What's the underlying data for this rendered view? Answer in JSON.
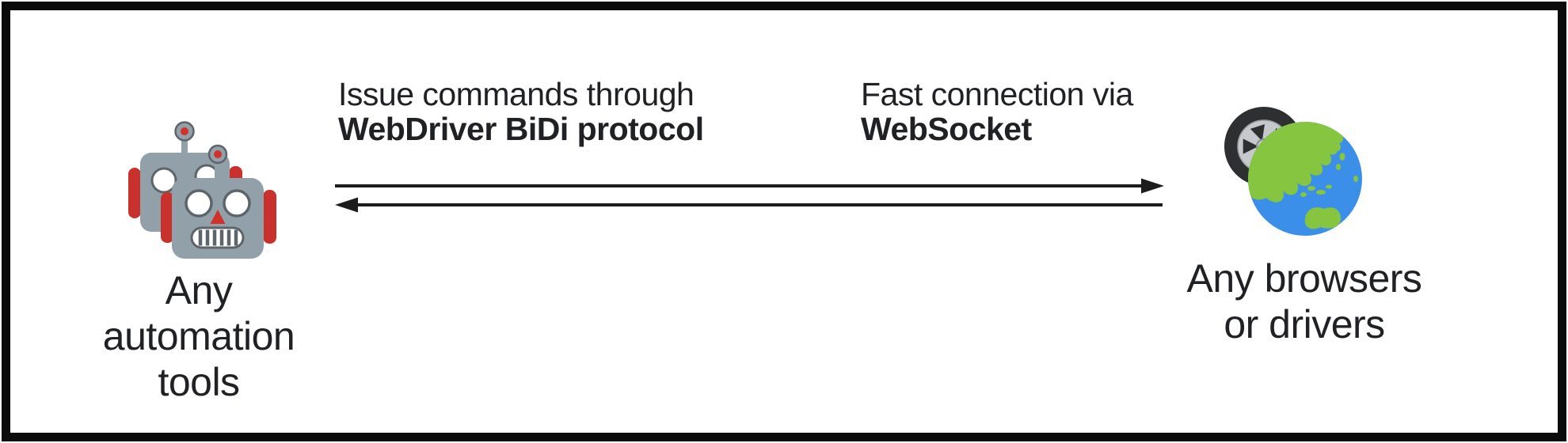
{
  "diagram": {
    "left_node": {
      "icon": "robots-icon",
      "label_lines": [
        "Any",
        "automation",
        "tools"
      ]
    },
    "right_node": {
      "icon": "globe-with-tire-icon",
      "label_lines": [
        "Any browsers",
        "or drivers"
      ]
    },
    "caption_left": {
      "line_regular": "Issue commands through",
      "line_bold": "WebDriver BiDi protocol"
    },
    "caption_right": {
      "line_regular": "Fast connection via",
      "line_bold": "WebSocket"
    },
    "arrows": {
      "top": "left-to-right",
      "bottom": "right-to-left"
    },
    "colors": {
      "border": "#0b0b0b",
      "text": "#202124",
      "arrow": "#1c1c1c",
      "robot_body": "#92a0a9",
      "robot_red": "#c8312c",
      "globe_ocean": "#3c8fe8",
      "globe_land": "#86c540",
      "tire_dark": "#2e2f31",
      "tire_rim": "#c6c9cc"
    }
  }
}
